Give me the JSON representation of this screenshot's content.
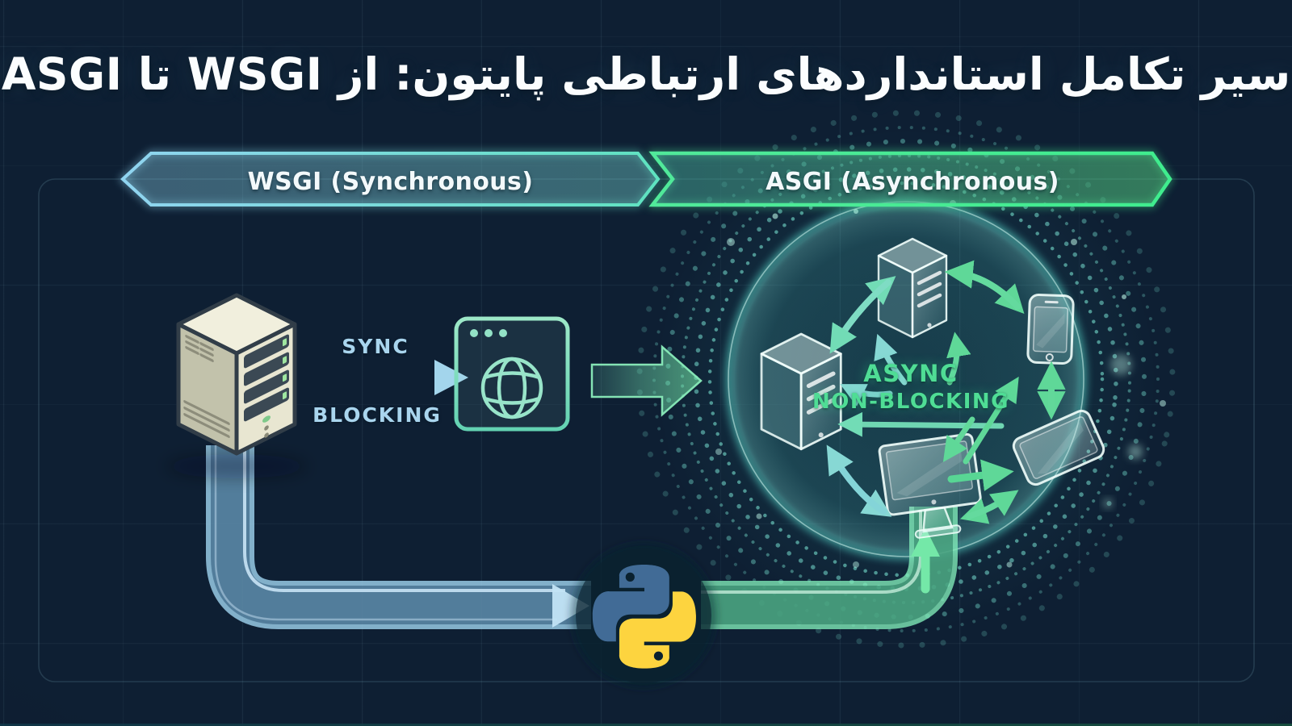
{
  "title": {
    "text": "سیر تکامل استانداردهای ارتباطی پایتون: از WSGI تا ASGI"
  },
  "banners": {
    "wsgi": {
      "label": "WSGI (Synchronous)"
    },
    "asgi": {
      "label": "ASGI (Asynchronous)"
    }
  },
  "wsgi_flow": {
    "sync_label": "SYNC",
    "blocking_label": "BLOCKING"
  },
  "asgi_cluster": {
    "async_label": "ASYNC",
    "non_blocking_label": "NON-BLOCKING"
  },
  "icons": {
    "server_tower": "server-tower-icon",
    "browser_window": "browser-window-icon",
    "globe": "globe-icon",
    "transition_arrow": "right-block-arrow-icon",
    "python_logo": "python-logo",
    "glass_server": "glass-server-icon",
    "smartphone": "smartphone-icon",
    "tablet": "tablet-icon",
    "monitor": "monitor-icon"
  },
  "colors": {
    "background_left": "#182a4e",
    "background_right": "#123f3d",
    "wsgi_accent": "#8fd3ef",
    "asgi_accent": "#4fe896",
    "sync_text": "#a9d5ee",
    "async_text": "#4fdd95",
    "glow_ring": "#5ce8d8",
    "python_blue": "#3f6a95",
    "python_yellow": "#fdd43f"
  }
}
